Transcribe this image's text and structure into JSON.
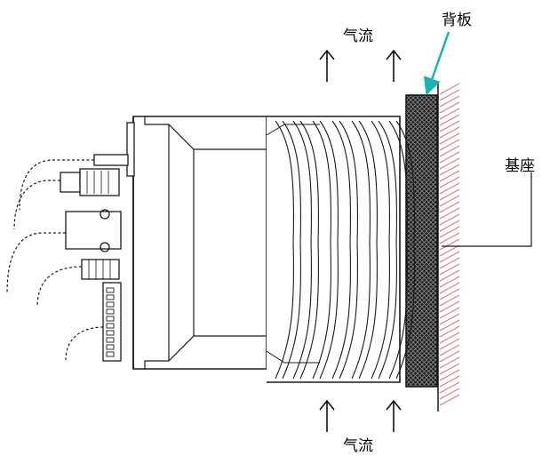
{
  "labels": {
    "airflow_top": "气流",
    "airflow_bottom": "气流",
    "backplate": "背板",
    "base": "基座"
  },
  "colors": {
    "line": "#1a1a1a",
    "leader_arrow": "#19b3b3",
    "base_hatch": "#d87070",
    "backplate_fill": "#1c1c1c"
  }
}
